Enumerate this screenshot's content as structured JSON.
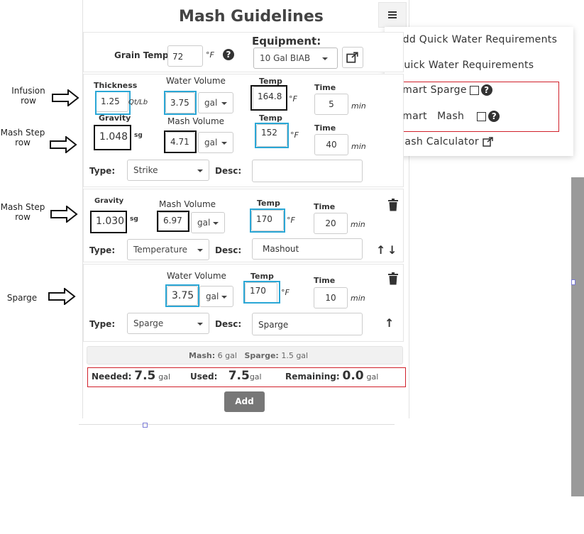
{
  "header": {
    "title": "Mash Guidelines",
    "menu_icon": "hamburger-icon"
  },
  "menu": {
    "items": [
      "Add Quick Water Requirements",
      "Quick Water Requirements",
      "Smart Sparge",
      "Smart",
      "Mash",
      "Mash Calculator"
    ]
  },
  "equipment": {
    "grain_temp_label": "Grain Temp:",
    "grain_temp_value": "72",
    "grain_temp_unit": "°F",
    "equipment_label": "Equipment:",
    "equipment_value": "10 Gal BIAB"
  },
  "annotations": {
    "infusion": "Infusion row",
    "mash_step_1": "Mash Step row",
    "mash_step_2": "Mash Step row",
    "sparge": "Sparge"
  },
  "infusion": {
    "thickness_label": "Thickness",
    "thickness_value": "1.25",
    "thickness_unit": "Qt/Lb",
    "water_volume_label": "Water Volume",
    "water_volume_value": "3.75",
    "water_unit": "gal",
    "temp_label": "Temp",
    "temp_value": "164.8",
    "temp_unit": "°F",
    "time_label": "Time",
    "time_value": "5",
    "time_unit": "min"
  },
  "step1": {
    "gravity_label": "Gravity",
    "gravity_value": "1.048",
    "gravity_unit": "sg",
    "mash_volume_label": "Mash Volume",
    "mash_volume_value": "4.71",
    "volume_unit": "gal",
    "temp_label": "Temp",
    "temp_value": "152",
    "temp_unit": "°F",
    "time_label": "Time",
    "time_value": "40",
    "time_unit": "min",
    "type_label": "Type:",
    "type_value": "Strike",
    "desc_label": "Desc:",
    "desc_value": ""
  },
  "step2": {
    "gravity_label": "Gravity",
    "gravity_value": "1.030",
    "gravity_unit": "sg",
    "mash_volume_label": "Mash Volume",
    "mash_volume_value": "6.97",
    "volume_unit": "gal",
    "temp_label": "Temp",
    "temp_value": "170",
    "temp_unit": "°F",
    "time_label": "Time",
    "time_value": "20",
    "time_unit": "min",
    "type_label": "Type:",
    "type_value": "Temperature",
    "desc_label": "Desc:",
    "desc_value": "Mashout"
  },
  "sparge": {
    "water_volume_label": "Water Volume",
    "water_volume_value": "3.75",
    "water_unit": "gal",
    "temp_label": "Temp",
    "temp_value": "170",
    "temp_unit": "°F",
    "time_label": "Time",
    "time_value": "10",
    "time_unit": "min",
    "type_label": "Type:",
    "type_value": "Sparge",
    "desc_label": "Desc:",
    "desc_value": "Sparge"
  },
  "summary": {
    "mash_label": "Mash:",
    "mash_value": "6 gal",
    "sparge_label": "Sparge:",
    "sparge_value": "1.5 gal",
    "needed_label": "Needed:",
    "needed_value": "7.5",
    "needed_unit": "gal",
    "used_label": "Used:",
    "used_value": "7.5",
    "used_unit": "gal",
    "remaining_label": "Remaining:",
    "remaining_value": "0.0",
    "remaining_unit": "gal"
  },
  "add_button": "Add"
}
